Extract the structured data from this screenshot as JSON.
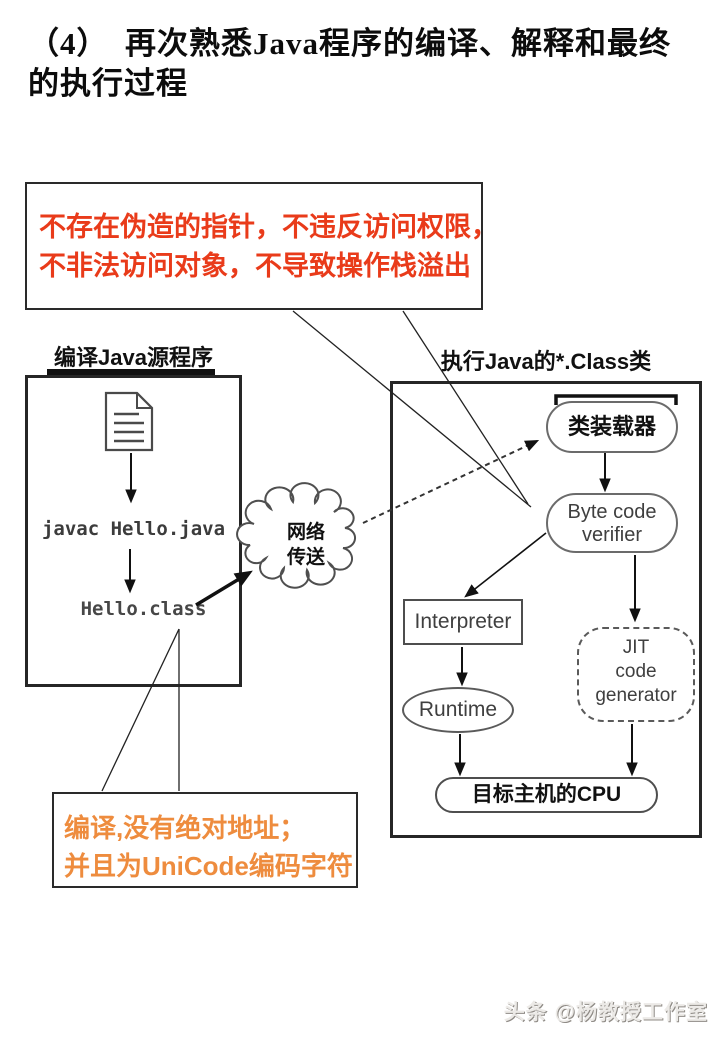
{
  "title": {
    "line1": "（4）　再次熟悉Java程序的编译、解释和最终",
    "line2": "的执行过程"
  },
  "red_callout": {
    "line1": "不存在伪造的指针，不违反访问权限，",
    "line2": "不非法访问对象，不导致操作栈溢出",
    "text_color": "#e93b1a"
  },
  "left_panel": {
    "title": "编译Java源程序",
    "icon": "document-icon",
    "cmd_javac": "javac Hello.java",
    "file_class": "Hello.class"
  },
  "cloud": {
    "line1": "网络",
    "line2": "传送"
  },
  "right_panel": {
    "title": "执行Java的*.Class类",
    "class_loader": "类装载器",
    "verifier_line1": "Byte code",
    "verifier_line2": "verifier",
    "interpreter": "Interpreter",
    "runtime": "Runtime",
    "jit_line1": "JIT",
    "jit_line2": "code",
    "jit_line3": "generator",
    "cpu": "目标主机的CPU"
  },
  "orange_callout": {
    "line1": "编译,没有绝对地址；",
    "line2": "并且为UniCode编码字符",
    "text_color": "#ee8c3e"
  },
  "watermark": "头条 @杨教授工作室",
  "colors": {
    "background": "#ffffff",
    "red_text": "#e93b1a",
    "orange_text": "#ee8c3e",
    "panel_border": "#262626",
    "diagram_stroke": "#555555"
  }
}
